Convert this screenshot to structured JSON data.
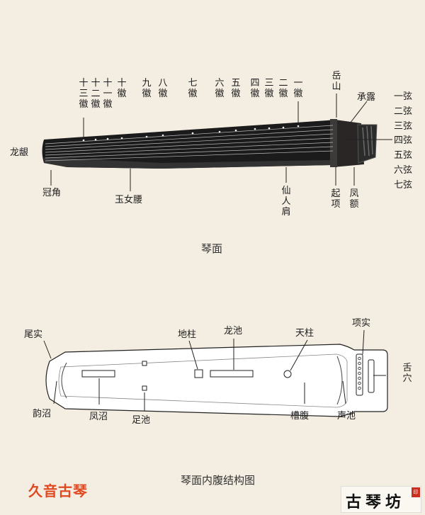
{
  "top": {
    "hui_labels": [
      "十三徽",
      "十二徽",
      "十一徽",
      "十徽",
      "九徽",
      "八徽",
      "七徽",
      "六徽",
      "五徽",
      "四徽",
      "三徽",
      "二徽",
      "一徽"
    ],
    "yueshan": "岳山",
    "chenglu": "承露",
    "strings": [
      "一弦",
      "二弦",
      "三弦",
      "四弦",
      "五弦",
      "六弦",
      "七弦"
    ],
    "longyin": "龙龈",
    "guanjiao": "冠角",
    "yunvyao": "玉女腰",
    "xianrenjian": "仙人肩",
    "qixiang": "起项",
    "feninge": "凤额",
    "caption": "琴面"
  },
  "bottom": {
    "weishi": "尾实",
    "longchi": "龙池",
    "dizhu": "地柱",
    "tianzhu": "天柱",
    "xiangshi": "项实",
    "shexue": "舌穴",
    "yunzhao": "韵沼",
    "fengzhao": "凤沼",
    "zuchi": "足池",
    "caofu": "槽腹",
    "shengchi": "声池",
    "caption": "琴面内腹结构图"
  },
  "brand": "久音古琴",
  "stamp": "古琴坊",
  "colors": {
    "brand": "#e0481f",
    "body": "#1b1b1b",
    "seal": "#c7301f"
  }
}
